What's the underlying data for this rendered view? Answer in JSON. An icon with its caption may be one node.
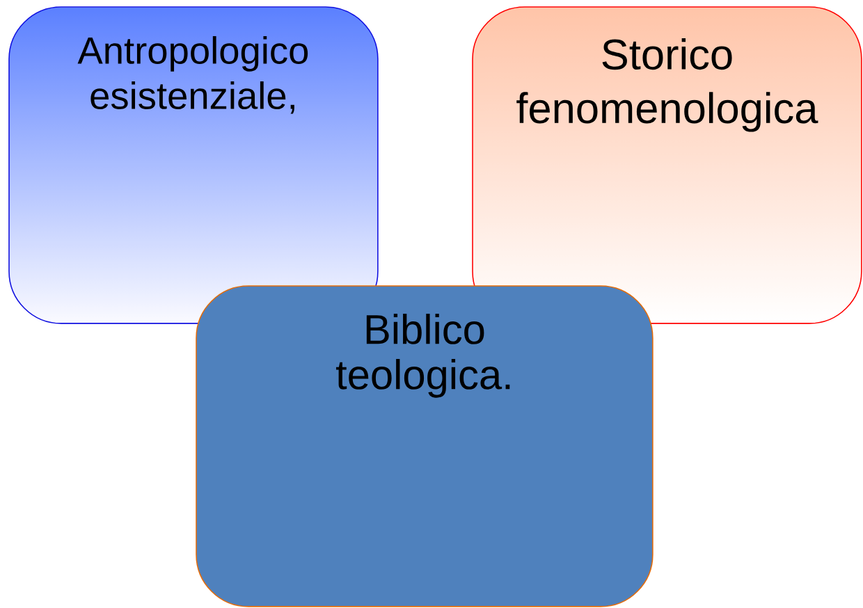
{
  "diagram": {
    "nodes": [
      {
        "text": [
          "Antropologico esistenziale,"
        ]
      },
      {
        "text": [
          "Storico fenomenologica"
        ]
      },
      {
        "text": [
          "Biblico teologica."
        ]
      }
    ]
  }
}
